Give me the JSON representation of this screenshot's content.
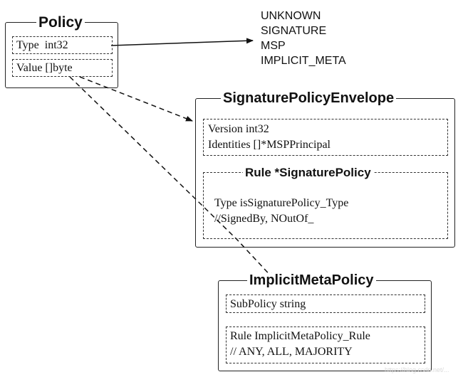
{
  "policy": {
    "title": "Policy",
    "fields": [
      "Type  int32",
      "Value []byte"
    ]
  },
  "policy_type_values": [
    "UNKNOWN",
    "SIGNATURE",
    "MSP",
    "IMPLICIT_META"
  ],
  "signature_policy_envelope": {
    "title": "SignaturePolicyEnvelope",
    "fields": [
      "Version int32",
      "Identities []*MSPPrincipal"
    ],
    "rule": {
      "title": "Rule *SignaturePolicy",
      "lines": [
        "Type isSignaturePolicy_Type",
        "//SignedBy, NOutOf_"
      ]
    }
  },
  "implicit_meta_policy": {
    "title": "ImplicitMetaPolicy",
    "fields": [
      "SubPolicy string"
    ],
    "rule_lines": [
      "Rule ImplicitMetaPolicy_Rule",
      "// ANY, ALL, MAJORITY"
    ]
  },
  "watermark": "https://blog.csdn.net/..."
}
